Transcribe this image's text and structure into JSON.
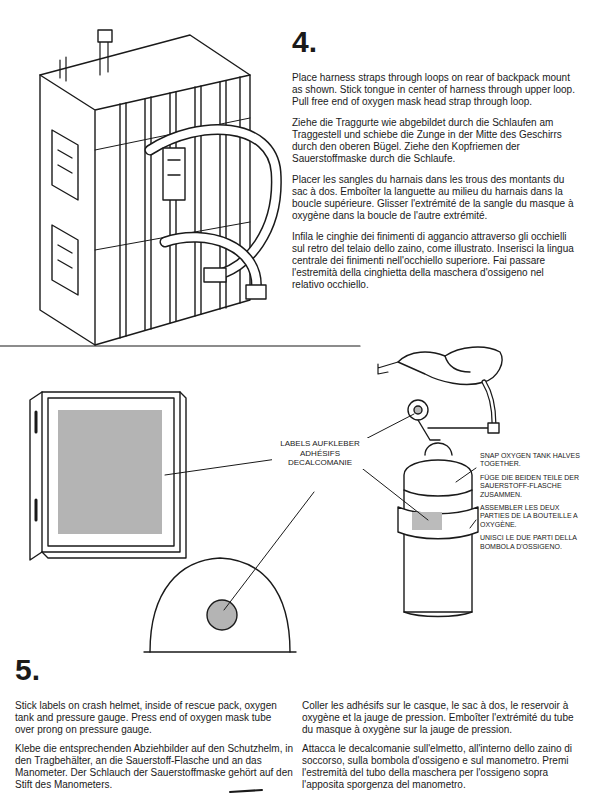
{
  "diagram": {
    "labels": [
      "4.",
      "Place harness straps through loops on rear of backpack mount as shown. Stick tongue in center of harness through upper loop. Pull free end of oxygen mask head strap through loop.",
      "Ziehe die Traggurte wie abgebildet durch die Schlaufen am Traggestell und schiebe die Zunge in der Mitte des Geschirrs durch den oberen Bügel. Ziehe den Kopfriemen der Sauerstoffmaske durch die Schlaufe.",
      "Placer les sangles du harnais dans les trous des montants du sac à dos. Emboîter la languette au milieu du harnais dans la boucle supérieure. Glisser l'extrémité de la sangle du masque à oxygène dans la boucle de l'autre extrémité.",
      "Infila le cinghie dei finimenti di aggancio attraverso gli occhielli sul retro del telaio dello zaino, come illustrato. Inserisci la lingua centrale dei finimenti nell'occhiello superiore. Fai passare l'estremità della cinghietta della maschera d'ossigeno nel relativo occhiello.",
      "LABELS AUFKLEBER ADHÉSIFS DECALCOMANIE",
      "SNAP OXYGEN TANK HALVES TOGETHER.",
      "FÜGE DIE BEIDEN TEILE DER SAUERSTOFF-FLASCHE ZUSAMMEN.",
      "ASSEMBLER LES DEUX PARTIES DE LA BOUTEILLE A OXYGÈNE.",
      "UNISCI LE DUE PARTI DELLA BOMBOLA D'OSSIGENO.",
      "5.",
      "Stick labels on crash helmet, inside of rescue pack, oxygen tank and pressure gauge. Press end of oxygen mask tube over prong on pressure gauge.",
      "Klebe die entsprechenden Abziehbilder auf den Schutzhelm, in den Tragbehälter, an die Sauerstoff-Flasche und an das Manometer. Der Schlauch der Sauerstoffmaske gehört auf den Stift des Manometers.",
      "Coller les adhésifs sur le casque, le sac à dos, le reservoir à oxygène et la jauge de pression. Emboîter l'extrémité du tube du masque à oxygène sur la jauge de pression.",
      "Attacca le decalcomanie sull'elmetto, all'interno dello zaino di soccorso, sulla bombola d'ossigeno e sul manometro. Premi l'estremità del tubo della maschera per l'ossigeno sopra l'apposita sporgenza del manometro."
    ]
  }
}
